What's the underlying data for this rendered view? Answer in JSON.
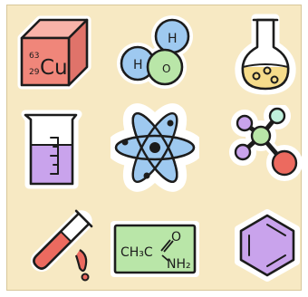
{
  "colors": {
    "background": "#f7e9c3",
    "outline": "#1c1c1c",
    "sticker_border": "#ffffff",
    "salmon": "#f0867a",
    "blue": "#9ec9f0",
    "green": "#b9e6a8",
    "purple": "#c9a3ec",
    "yellow": "#f6dc8b",
    "red": "#ec6a5f",
    "mint": "#bff0dc"
  },
  "icons": [
    {
      "name": "copper-element-cube-icon",
      "mass_number": "63",
      "atomic_number": "29",
      "symbol": "Cu"
    },
    {
      "name": "water-molecule-icon",
      "atom_top": "H",
      "atom_left": "H",
      "atom_center": "O"
    },
    {
      "name": "round-flask-icon"
    },
    {
      "name": "measuring-beaker-icon"
    },
    {
      "name": "atom-icon"
    },
    {
      "name": "molecule-model-icon"
    },
    {
      "name": "test-tube-icon"
    },
    {
      "name": "acetamide-formula-card-icon",
      "formula_left": "CH₃C",
      "formula_top": "O",
      "formula_bottom": "NH₂"
    },
    {
      "name": "benzene-ring-icon"
    }
  ]
}
